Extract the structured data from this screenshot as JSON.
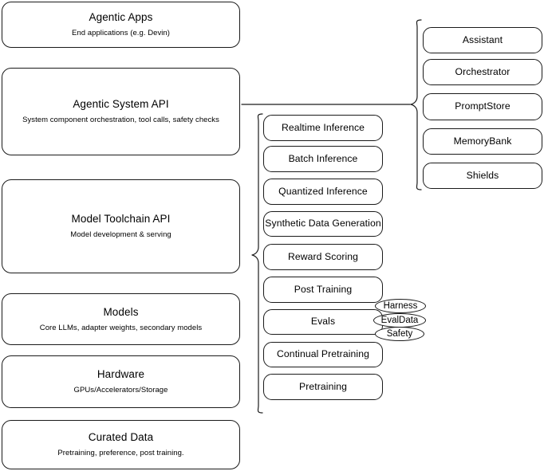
{
  "diagram": {
    "title": "Agentic stack layer diagram",
    "stroke_color": "#1a1a1a",
    "background_color": "#ffffff"
  },
  "layers": [
    {
      "id": "agentic-apps",
      "title": "Agentic Apps",
      "subtitle": "End applications (e.g. Devin)"
    },
    {
      "id": "agentic-system-api",
      "title": "Agentic System API",
      "subtitle": "System component orchestration, tool calls, safety checks"
    },
    {
      "id": "model-toolchain-api",
      "title": "Model Toolchain API",
      "subtitle": "Model development & serving"
    },
    {
      "id": "models",
      "title": "Models",
      "subtitle": "Core LLMs, adapter weights, secondary models"
    },
    {
      "id": "hardware",
      "title": "Hardware",
      "subtitle": "GPUs/Accelerators/Storage"
    },
    {
      "id": "curated-data",
      "title": "Curated Data",
      "subtitle": "Pretraining, preference, post training."
    }
  ],
  "system_components": {
    "brace_label": "agentic-system-components-brace",
    "items": [
      {
        "id": "assistant",
        "label": "Assistant"
      },
      {
        "id": "orchestrator",
        "label": "Orchestrator"
      },
      {
        "id": "promptstore",
        "label": "PromptStore"
      },
      {
        "id": "memorybank",
        "label": "MemoryBank"
      },
      {
        "id": "shields",
        "label": "Shields"
      }
    ]
  },
  "toolchain_components": {
    "brace_label": "model-toolchain-components-brace",
    "items": [
      {
        "id": "realtime-inference",
        "label": "Realtime Inference"
      },
      {
        "id": "batch-inference",
        "label": "Batch Inference"
      },
      {
        "id": "quantized-inference",
        "label": "Quantized Inference"
      },
      {
        "id": "synthetic-data-generation",
        "label": "Synthetic Data Generation"
      },
      {
        "id": "reward-scoring",
        "label": "Reward Scoring"
      },
      {
        "id": "post-training",
        "label": "Post Training"
      },
      {
        "id": "evals",
        "label": "Evals"
      },
      {
        "id": "continual-pretraining",
        "label": "Continual Pretraining"
      },
      {
        "id": "pretraining",
        "label": "Pretraining"
      }
    ]
  },
  "evals_tags": [
    {
      "id": "harness",
      "label": "Harness"
    },
    {
      "id": "evaldata",
      "label": "EvalData"
    },
    {
      "id": "safety",
      "label": "Safety"
    }
  ]
}
